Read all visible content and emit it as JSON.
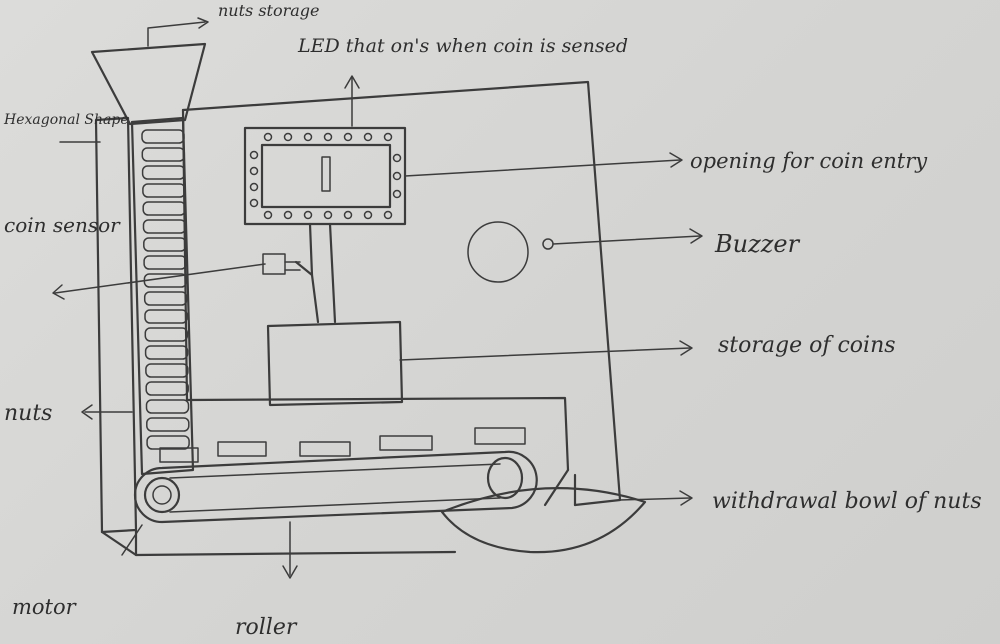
{
  "labels": {
    "nuts_storage": "nuts storage",
    "led": "LED that on's when coin is sensed",
    "hexagonal": "Hexagonal Shape",
    "coin_sensor": "coin sensor",
    "opening": "opening for coin entry",
    "buzzer": "Buzzer",
    "storage_coins": "storage of coins",
    "nuts": "nuts",
    "withdrawal": "withdrawal bowl of nuts",
    "motor": "motor",
    "roller": "roller"
  },
  "colors": {
    "ink": "#3c3c3c",
    "paper": "#d9d9d7"
  }
}
